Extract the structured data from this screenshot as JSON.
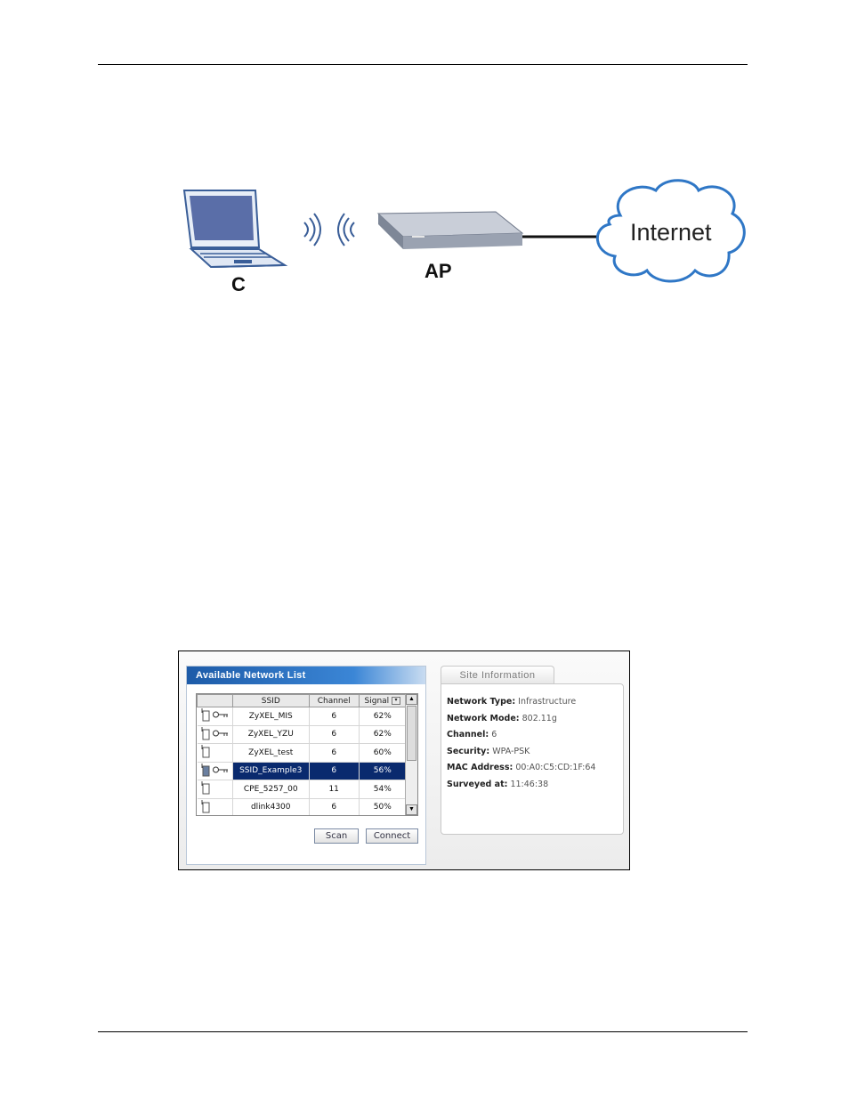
{
  "diagram": {
    "client_label": "C",
    "ap_label": "AP",
    "internet_label": "Internet"
  },
  "screenshot": {
    "panel_title": "Available Network List",
    "columns": [
      "SSID",
      "Channel",
      "Signal"
    ],
    "networks": [
      {
        "ssid": "ZyXEL_MIS",
        "channel": "6",
        "signal": "62%",
        "secured": true,
        "selected": false
      },
      {
        "ssid": "ZyXEL_YZU",
        "channel": "6",
        "signal": "62%",
        "secured": true,
        "selected": false
      },
      {
        "ssid": "ZyXEL_test",
        "channel": "6",
        "signal": "60%",
        "secured": false,
        "selected": false
      },
      {
        "ssid": "SSID_Example3",
        "channel": "6",
        "signal": "56%",
        "secured": true,
        "selected": true
      },
      {
        "ssid": "CPE_5257_00",
        "channel": "11",
        "signal": "54%",
        "secured": false,
        "selected": false
      },
      {
        "ssid": "dlink4300",
        "channel": "6",
        "signal": "50%",
        "secured": false,
        "selected": false
      }
    ],
    "buttons": {
      "scan": "Scan",
      "connect": "Connect"
    },
    "site_tab": "Site Information",
    "site_info": [
      {
        "label": "Network Type:",
        "value": "Infrastructure"
      },
      {
        "label": "Network Mode:",
        "value": "802.11g"
      },
      {
        "label": "Channel:",
        "value": "6"
      },
      {
        "label": "Security:",
        "value": "WPA-PSK"
      },
      {
        "label": "MAC Address:",
        "value": "00:A0:C5:CD:1F:64"
      },
      {
        "label": "Surveyed at:",
        "value": "11:46:38"
      }
    ]
  }
}
